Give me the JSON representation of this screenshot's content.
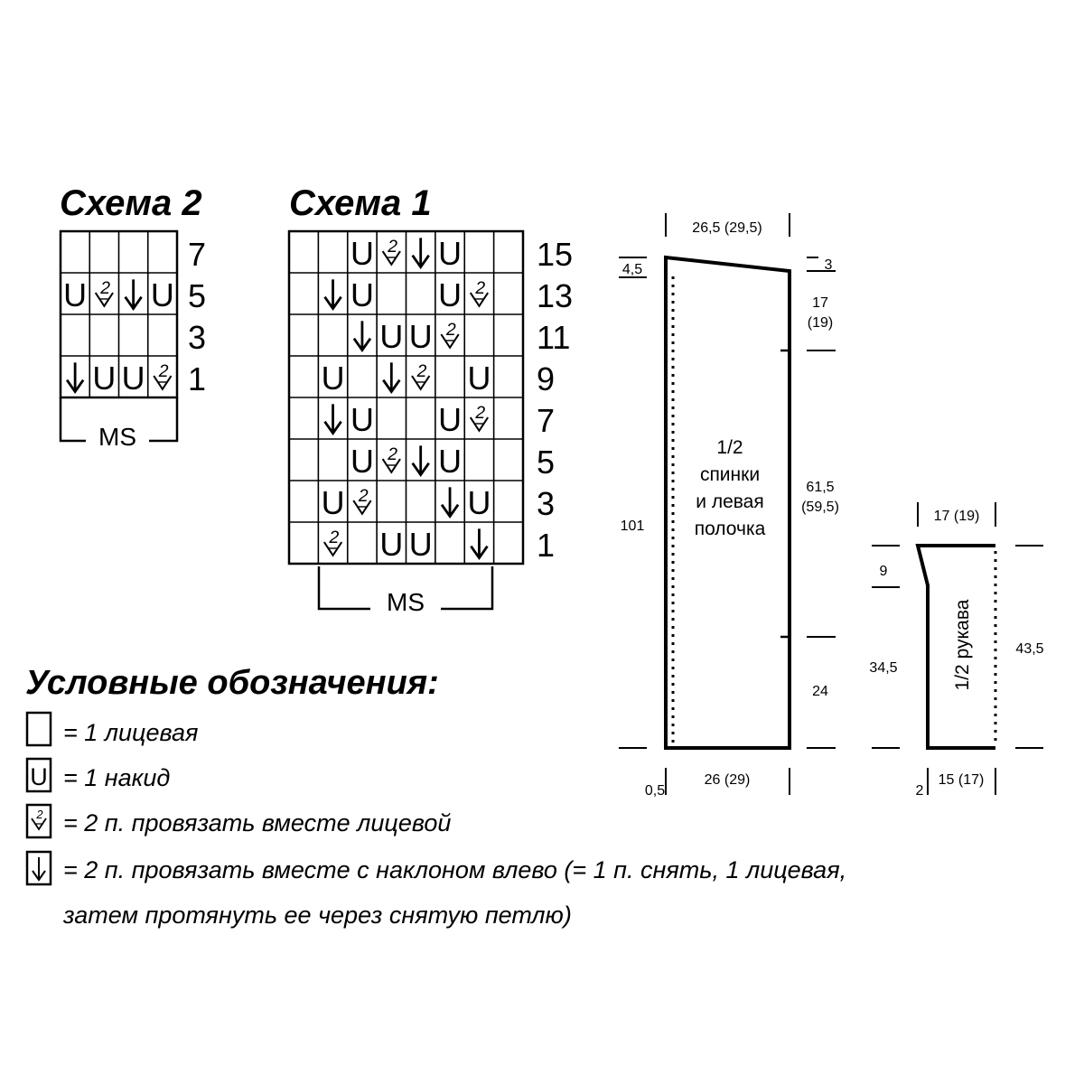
{
  "scheme2": {
    "title": "Схема 2",
    "cols": 4,
    "rows": [
      [
        "",
        "",
        "",
        ""
      ],
      [
        "yo",
        "k2tog",
        "ssk",
        "yo"
      ],
      [
        "",
        "",
        "",
        ""
      ],
      [
        "ssk",
        "yo",
        "yo",
        "k2tog"
      ]
    ],
    "row_numbers": [
      "7",
      "5",
      "3",
      "1"
    ],
    "ms_label": "MS"
  },
  "scheme1": {
    "title": "Схема 1",
    "cols": 8,
    "rows": [
      [
        "",
        "",
        "yo",
        "k2tog",
        "ssk",
        "yo",
        "",
        ""
      ],
      [
        "",
        "ssk",
        "yo",
        "",
        "",
        "yo",
        "k2tog",
        ""
      ],
      [
        "",
        "",
        "ssk",
        "yo",
        "yo",
        "k2tog",
        "",
        ""
      ],
      [
        "",
        "yo",
        "",
        "ssk",
        "k2tog",
        "",
        "yo",
        ""
      ],
      [
        "",
        "ssk",
        "yo",
        "",
        "",
        "yo",
        "k2tog",
        ""
      ],
      [
        "",
        "",
        "yo",
        "k2tog",
        "ssk",
        "yo",
        "",
        ""
      ],
      [
        "",
        "yo",
        "k2tog",
        "",
        "",
        "ssk",
        "yo",
        ""
      ],
      [
        "",
        "k2tog",
        "",
        "yo",
        "yo",
        "",
        "ssk",
        ""
      ]
    ],
    "row_numbers": [
      "15",
      "13",
      "11",
      "9",
      "7",
      "5",
      "3",
      "1"
    ],
    "ms_label": "MS"
  },
  "symbols": {
    "yo": "U",
    "k2tog_digit": "2"
  },
  "legend": {
    "title": "Условные обозначения:",
    "items": [
      {
        "symbol": "knit",
        "text": "= 1 лицевая"
      },
      {
        "symbol": "yo",
        "text": "= 1 накид"
      },
      {
        "symbol": "k2tog",
        "text": "= 2 п. провязать вместе лицевой"
      },
      {
        "symbol": "ssk",
        "text": "= 2 п. провязать вместе с наклоном влево (= 1 п. снять, 1 лицевая,",
        "continuation": "затем протянуть ее через снятую петлю)"
      }
    ]
  },
  "back_pattern": {
    "label_lines": [
      "1/2",
      "спинки",
      "и левая",
      "полочка"
    ],
    "dims": {
      "top_width": "26,5 (29,5)",
      "left_drop": "4,5",
      "right_drop": "3",
      "shoulder_upper_a": "17",
      "shoulder_upper_b": "(19)",
      "middle_a": "61,5",
      "middle_b": "(59,5)",
      "total_height": "101",
      "bottom_rib": "24",
      "bottom_width": "26 (29)",
      "bottom_left": "0,5"
    }
  },
  "sleeve_pattern": {
    "label": "1/2 рукава",
    "dims": {
      "top_width": "17 (19)",
      "cap": "9",
      "left_height": "34,5",
      "right_height": "43,5",
      "bottom_width": "15 (17)",
      "bottom_left": "2"
    }
  }
}
